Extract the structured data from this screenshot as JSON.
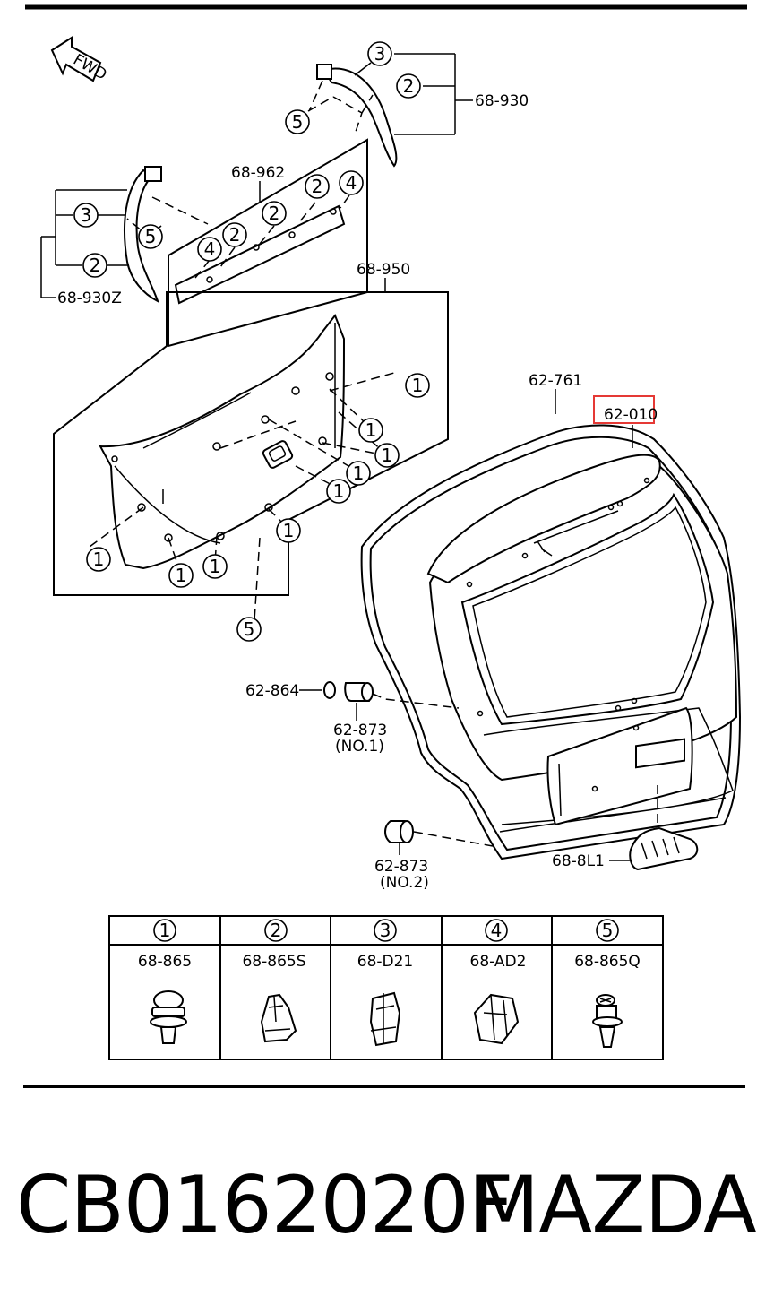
{
  "fwd_label": "FWD",
  "callouts": {
    "c_68_930": "68-930",
    "c_68_962": "68-962",
    "c_68_930z": "68-930Z",
    "c_68_950": "68-950",
    "c_62_761": "62-761",
    "c_62_010": "62-010",
    "c_62_864": "62-864",
    "c_62_873_a": "62-873",
    "c_no1": "(NO.1)",
    "c_62_873_b": "62-873",
    "c_no2": "(NO.2)",
    "c_68_8l1": "68-8L1"
  },
  "highlight_color": "#e53935",
  "legend": [
    {
      "index": "1",
      "code": "68-865"
    },
    {
      "index": "2",
      "code": "68-865S"
    },
    {
      "index": "3",
      "code": "68-D21"
    },
    {
      "index": "4",
      "code": "68-AD2"
    },
    {
      "index": "5",
      "code": "68-865Q"
    }
  ],
  "footer": {
    "part_number": "CB0162020F",
    "brand": "MAZDA"
  }
}
